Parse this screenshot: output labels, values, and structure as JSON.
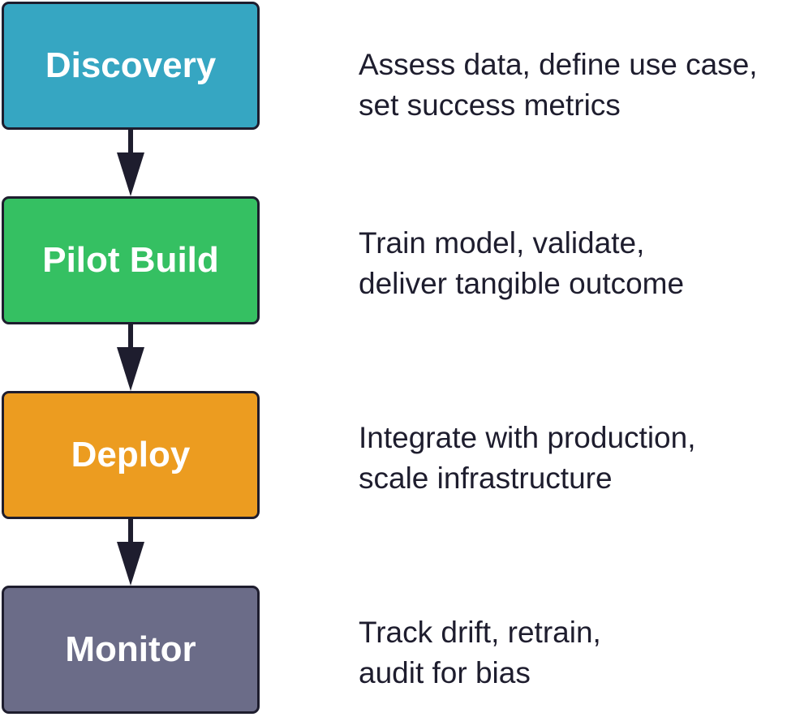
{
  "stages": [
    {
      "label": "Discovery",
      "color": "#36a6c2",
      "description": [
        "Assess data, define use case,",
        "set success metrics"
      ]
    },
    {
      "label": "Pilot Build",
      "color": "#35c062",
      "description": [
        "Train model, validate,",
        "deliver tangible outcome"
      ]
    },
    {
      "label": "Deploy",
      "color": "#ec9c20",
      "description": [
        "Integrate with production,",
        "scale infrastructure"
      ]
    },
    {
      "label": "Monitor",
      "color": "#6b6c88",
      "description": [
        "Track drift, retrain,",
        "audit for bias"
      ]
    }
  ],
  "colors": {
    "stroke": "#1e1d2e",
    "text": "#1e1d2e"
  }
}
